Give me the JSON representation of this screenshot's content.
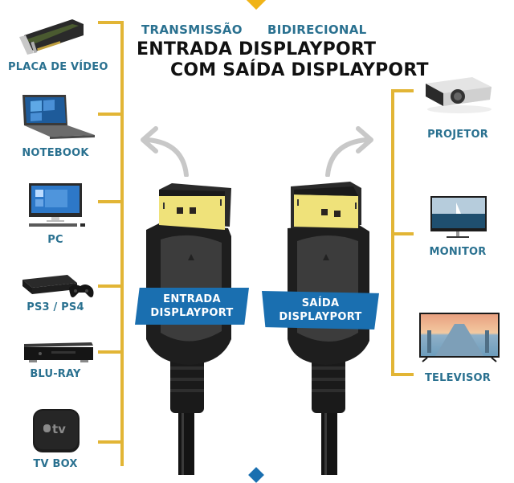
{
  "header": {
    "subtitle_left": "TRANSMISSÃO",
    "subtitle_right": "BIDIRECIONAL",
    "title_line1": "ENTRADA DISPLAYPORT",
    "title_line2": "COM SAÍDA DISPLAYPORT"
  },
  "connectors": {
    "input_label_line1": "ENTRADA",
    "input_label_line2": "DISPLAYPORT",
    "output_label_line1": "SAÍDA",
    "output_label_line2": "DISPLAYPORT"
  },
  "input_devices": [
    {
      "label": "PLACA DE VÍDEO",
      "icon": "graphics-card-icon"
    },
    {
      "label": "NOTEBOOK",
      "icon": "laptop-icon"
    },
    {
      "label": "PC",
      "icon": "desktop-pc-icon"
    },
    {
      "label": "PS3 / PS4",
      "icon": "game-console-icon"
    },
    {
      "label": "BLU-RAY",
      "icon": "bluray-player-icon"
    },
    {
      "label": "TV BOX",
      "icon": "apple-tv-box-icon"
    }
  ],
  "output_devices": [
    {
      "label": "PROJETOR",
      "icon": "projector-icon"
    },
    {
      "label": "MONITOR",
      "icon": "monitor-icon"
    },
    {
      "label": "TELEVISOR",
      "icon": "television-icon"
    }
  ],
  "tv_box_logo": "tv",
  "colors": {
    "accent_yellow": "#e2b535",
    "diamond_yellow": "#f0b418",
    "label_teal": "#2a7190",
    "banner_blue": "#1a6fb0",
    "gold_contact": "#efe27a",
    "arrow_gray": "#c8c8c8"
  }
}
